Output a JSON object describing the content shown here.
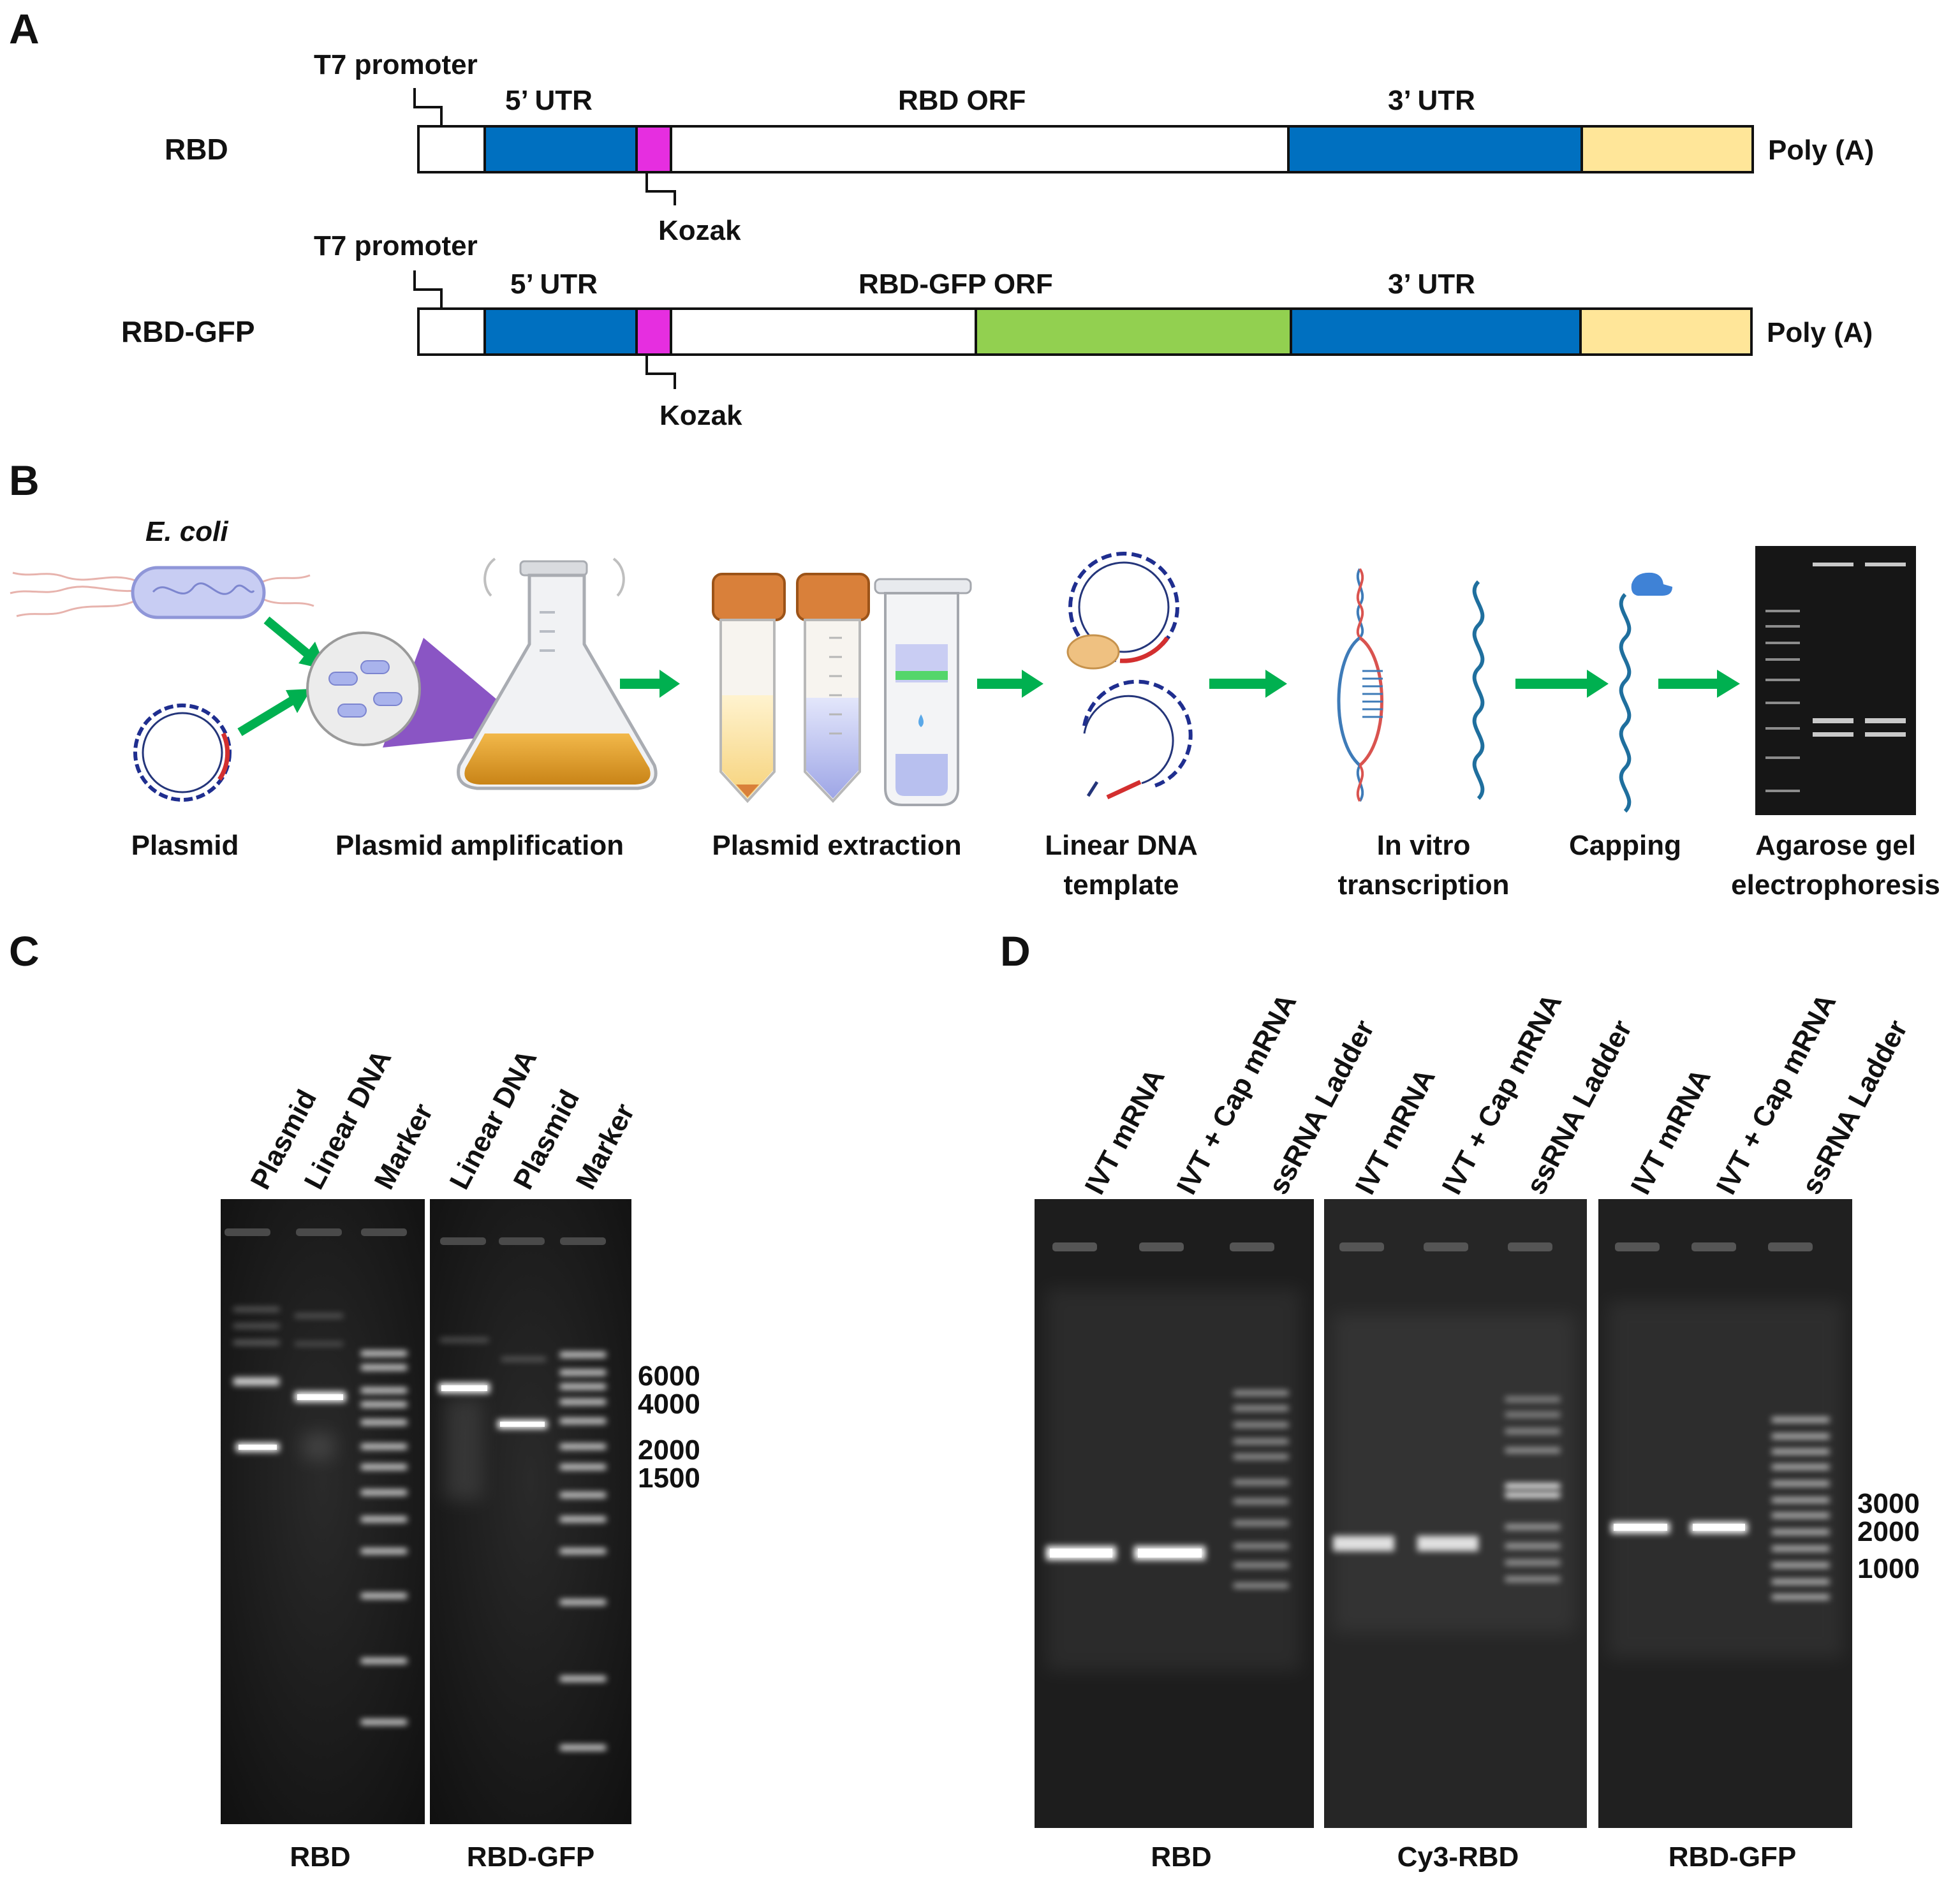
{
  "panel_letters": {
    "a": "A",
    "b": "B",
    "c": "C",
    "d": "D"
  },
  "constructs": [
    {
      "name": "RBD",
      "promoter": "T7 promoter",
      "utr5": "5’ UTR",
      "orf": "RBD ORF",
      "utr3": "3’ UTR",
      "kozak": "Kozak",
      "polya": "Poly (A)"
    },
    {
      "name": "RBD-GFP",
      "promoter": "T7 promoter",
      "utr5": "5’ UTR",
      "orf": "RBD-GFP ORF",
      "utr3": "3’ UTR",
      "kozak": "Kozak",
      "polya": "Poly (A)"
    }
  ],
  "segment_colors": {
    "utr": "#0070c0",
    "kozak": "#e62ee0",
    "gfp": "#92d050",
    "polya": "#ffe699",
    "blank": "#ffffff"
  },
  "workflow": {
    "organism": "E. coli",
    "steps": [
      {
        "line1": "Plasmid",
        "line2": ""
      },
      {
        "line1": "Plasmid amplification",
        "line2": ""
      },
      {
        "line1": "Plasmid extraction",
        "line2": ""
      },
      {
        "line1": "Linear DNA",
        "line2": "template"
      },
      {
        "line1": "In vitro",
        "line2": "transcription"
      },
      {
        "line1": "Capping",
        "line2": ""
      },
      {
        "line1": "Agarose gel",
        "line2": "electrophoresis"
      }
    ],
    "arrow_color": "#00b050"
  },
  "gel_c": {
    "lanes": [
      "Plasmid",
      "Linear DNA",
      "Marker",
      "Linear DNA",
      "Plasmid",
      "Marker"
    ],
    "groups": [
      "RBD",
      "RBD-GFP"
    ],
    "size_labels": [
      "6000",
      "4000",
      "2000",
      "1500"
    ]
  },
  "gel_d": {
    "lanes": [
      "IVT mRNA",
      "IVT + Cap mRNA",
      "ssRNA Ladder",
      "IVT mRNA",
      "IVT + Cap mRNA",
      "ssRNA Ladder",
      "IVT mRNA",
      "IVT + Cap mRNA",
      "ssRNA Ladder"
    ],
    "groups": [
      "RBD",
      "Cy3-RBD",
      "RBD-GFP"
    ],
    "size_labels": [
      "3000",
      "2000",
      "1000"
    ]
  }
}
